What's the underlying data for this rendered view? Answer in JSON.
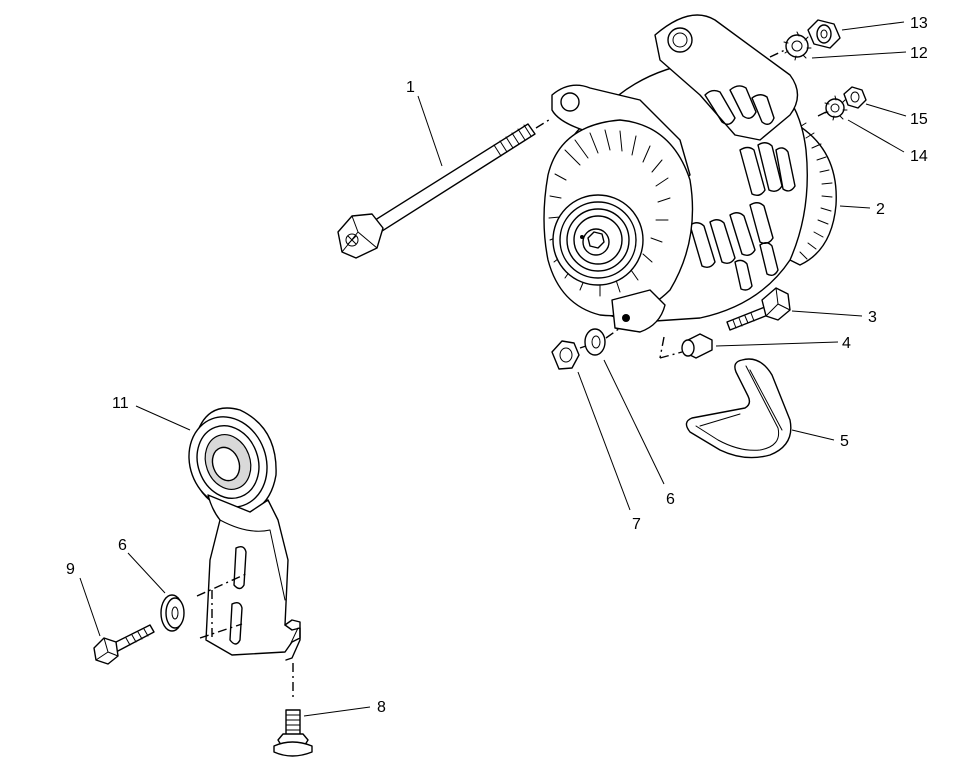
{
  "callouts": [
    {
      "id": "label-1",
      "text": "1"
    },
    {
      "id": "label-2",
      "text": "2"
    },
    {
      "id": "label-3",
      "text": "3"
    },
    {
      "id": "label-4",
      "text": "4"
    },
    {
      "id": "label-5",
      "text": "5"
    },
    {
      "id": "label-6a",
      "text": "6"
    },
    {
      "id": "label-7",
      "text": "7"
    },
    {
      "id": "label-6b",
      "text": "6"
    },
    {
      "id": "label-8",
      "text": "8"
    },
    {
      "id": "label-9",
      "text": "9"
    },
    {
      "id": "label-11",
      "text": "11"
    },
    {
      "id": "label-12",
      "text": "12"
    },
    {
      "id": "label-13",
      "text": "13"
    },
    {
      "id": "label-14",
      "text": "14"
    },
    {
      "id": "label-15",
      "text": "15"
    }
  ]
}
